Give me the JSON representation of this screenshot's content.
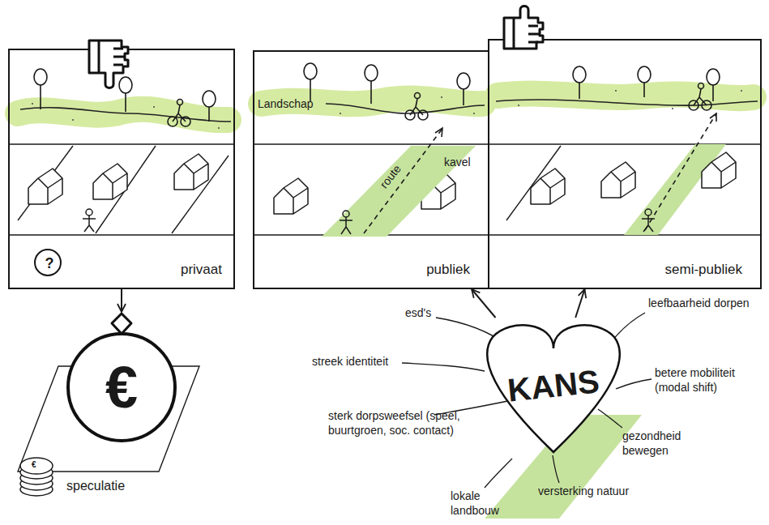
{
  "diagram": {
    "nodes": [
      {
        "text": [
          "privaat"
        ]
      },
      {
        "text": [
          "?"
        ],
        "in": 0
      },
      {
        "text": [
          "publiek"
        ]
      },
      {
        "text": [
          "route"
        ],
        "in": 2
      },
      {
        "text": [
          "semi-publiek"
        ]
      },
      {
        "text": [
          "€"
        ]
      },
      {
        "text": [
          "KANS"
        ]
      }
    ],
    "edges": [
      {
        "from": 0,
        "to": 5,
        "arrow": "to"
      },
      {
        "from": 6,
        "to": 2,
        "arrow": "to"
      },
      {
        "from": 6,
        "to": 4,
        "arrow": "to"
      }
    ],
    "labels": [
      "Landschap",
      "kavel",
      "€",
      "speculatie",
      "esd's",
      "leefbaarheid dorpen",
      "streek identiteit",
      "betere mobiliteit (modal shift)",
      "sterk dorpsweefsel (speel, buurtgroen, soc. contact)",
      "gezondheid bewegen",
      "lokale landbouw",
      "versterking natuur"
    ]
  }
}
